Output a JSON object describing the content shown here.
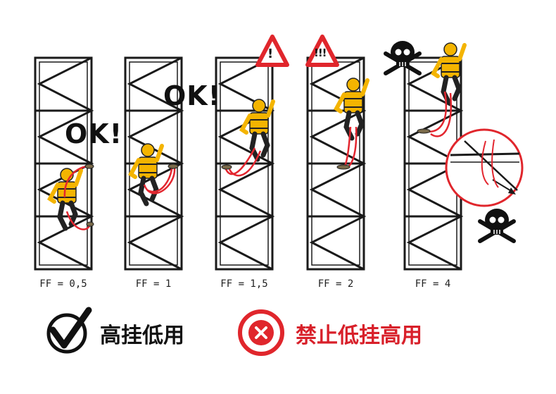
{
  "frames": [
    {
      "ff_label": "FF = 0,5",
      "status": "ok"
    },
    {
      "ff_label": "FF = 1",
      "status": "ok"
    },
    {
      "ff_label": "FF = 1,5",
      "status": "warning"
    },
    {
      "ff_label": "FF = 2",
      "status": "danger"
    },
    {
      "ff_label": "FF = 4",
      "status": "fatal"
    }
  ],
  "ok_text": "OK!",
  "warning_sign": "!",
  "danger_sign": "!!!",
  "legend": {
    "good_text": "高挂低用",
    "bad_text": "禁止低挂高用"
  },
  "colors": {
    "frame": "#1a1a1a",
    "worker_yellow": "#f4b400",
    "lanyard_red": "#e3262f",
    "warning_red": "#e0262c",
    "bad_text": "#d8202a"
  }
}
